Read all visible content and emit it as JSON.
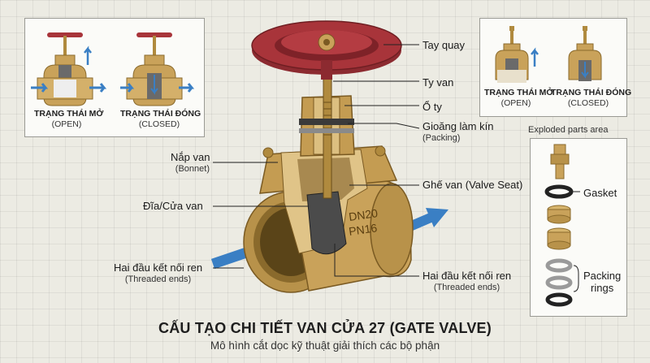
{
  "labels": {
    "handwheel": "Tay quay",
    "stem": "Ty van",
    "stem_nut": "Ổ ty",
    "packing": "Gioăng làm kín",
    "packing_en": "(Packing)",
    "bonnet": "Nắp van",
    "bonnet_en": "(Bonnet)",
    "seat": "Ghế van (Valve Seat)",
    "disc": "Đĩa/Cửa van",
    "threaded_left": "Hai đầu kết nối ren",
    "threaded_left_en": "(Threaded ends)",
    "threaded_right": "Hai đầu kết nối ren",
    "threaded_right_en": "(Threaded ends)"
  },
  "body_marking": {
    "line1": "DN20",
    "line2": "PN16"
  },
  "left_panel": {
    "open_label": "TRẠNG THÁI MỞ",
    "open_en": "(OPEN)",
    "closed_label": "TRẠNG THÁI ĐÓNG",
    "closed_en": "(CLOSED)"
  },
  "right_panel": {
    "open_label": "TRẠNG THÁI MỞ",
    "open_en": "(OPEN)",
    "closed_label": "TRẠNG THÁI ĐÓNG",
    "closed_en": "(CLOSED)"
  },
  "exploded": {
    "heading": "Exploded parts area",
    "gasket": "Gasket",
    "packing_rings_line1": "Packing",
    "packing_rings_line2": "rings"
  },
  "title": "CẤU TẠO CHI TIẾT VAN CỬA 27 (GATE VALVE)",
  "subtitle": "Mô hình cắt dọc kỹ thuật giải thích các bộ phận",
  "colors": {
    "brass": "#c9a25a",
    "brass_dark": "#8a6a2c",
    "handwheel": "#a8343a",
    "arrow": "#3a7fc4"
  }
}
